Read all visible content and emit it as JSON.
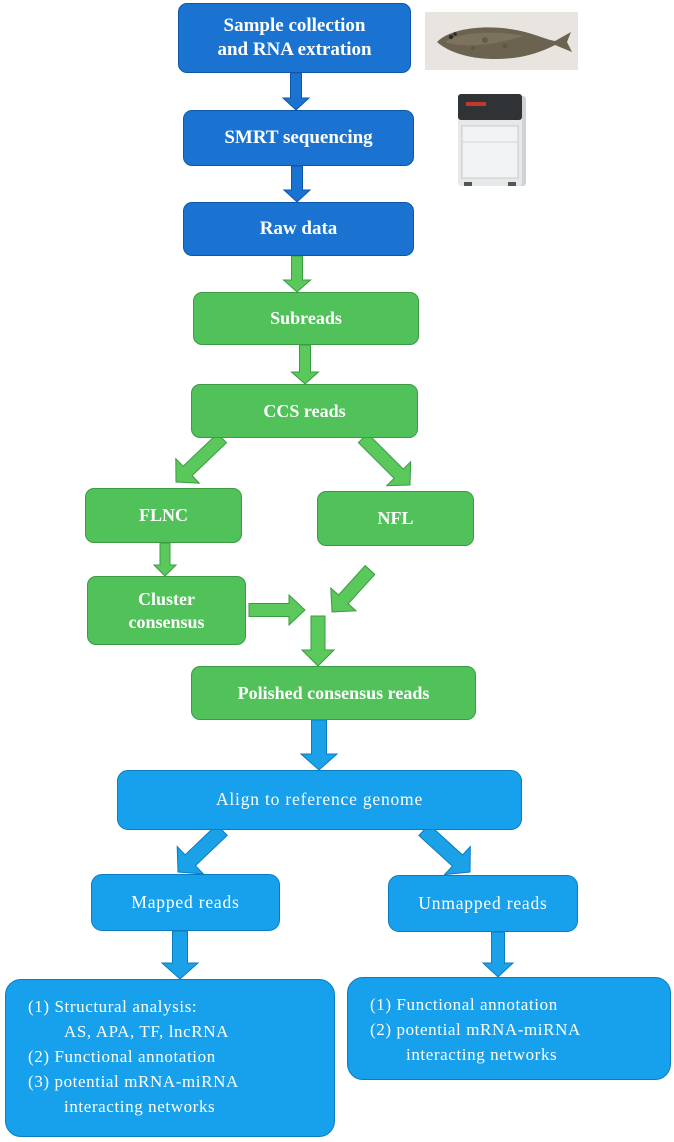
{
  "title": "",
  "nodes": {
    "sample": "Sample collection\nand RNA extration",
    "smrt": "SMRT sequencing",
    "raw": "Raw data",
    "subreads": "Subreads",
    "ccs": "CCS reads",
    "flnc": "FLNC",
    "nfl": "NFL",
    "cluster": "Cluster\nconsensus",
    "polished": "Polished consensus reads",
    "align": "Align to reference genome",
    "mapped": "Mapped reads",
    "unmapped": "Unmapped reads"
  },
  "mapped_results": [
    "(1) Structural analysis:",
    "AS, APA, TF, lncRNA",
    "(2) Functional annotation",
    "(3) potential mRNA-miRNA",
    "interacting networks"
  ],
  "unmapped_results": [
    "(1) Functional annotation",
    "(2) potential mRNA-miRNA",
    "interacting networks"
  ],
  "images": {
    "fish": "flatfish-photo",
    "sequencer": "smrt-sequencer-instrument"
  },
  "colors": {
    "dark_blue": "#1a73d1",
    "green": "#51c15a",
    "light_blue": "#17a0ec",
    "arrow_green": "#5ac85a",
    "arrow_blue": "#1aa1e8"
  }
}
